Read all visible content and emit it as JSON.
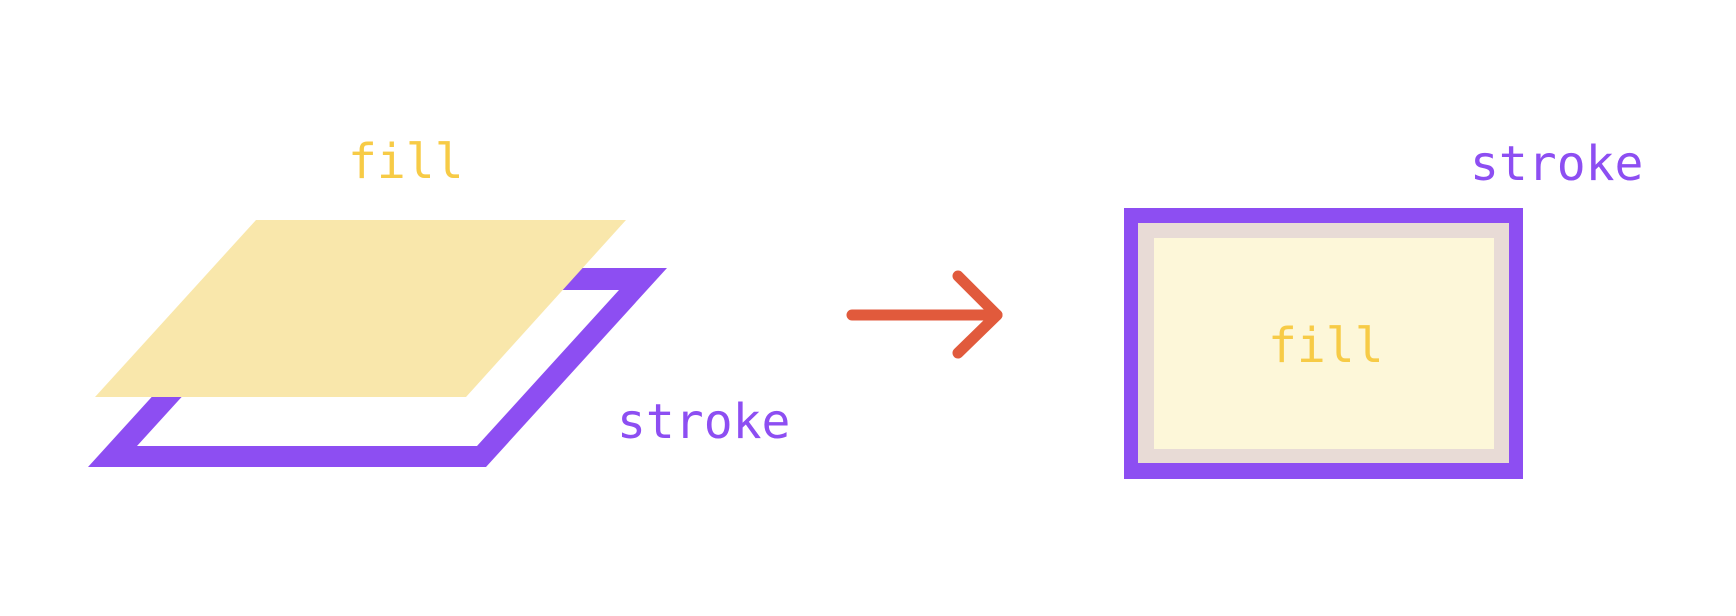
{
  "left_group": {
    "fill_label": "fill",
    "stroke_label": "stroke"
  },
  "right_group": {
    "fill_label": "fill",
    "stroke_label": "stroke"
  },
  "colors": {
    "stroke": "#8d4ef2",
    "fill_label": "#f7cb46",
    "fill_layer": "#f9e7ab",
    "fill_inner": "#fdf7d9",
    "overlap_band": "#e8dbd6",
    "arrow": "#e15a3c",
    "background": "#ffffff"
  },
  "icons": {
    "arrow": "arrow-right-icon"
  }
}
